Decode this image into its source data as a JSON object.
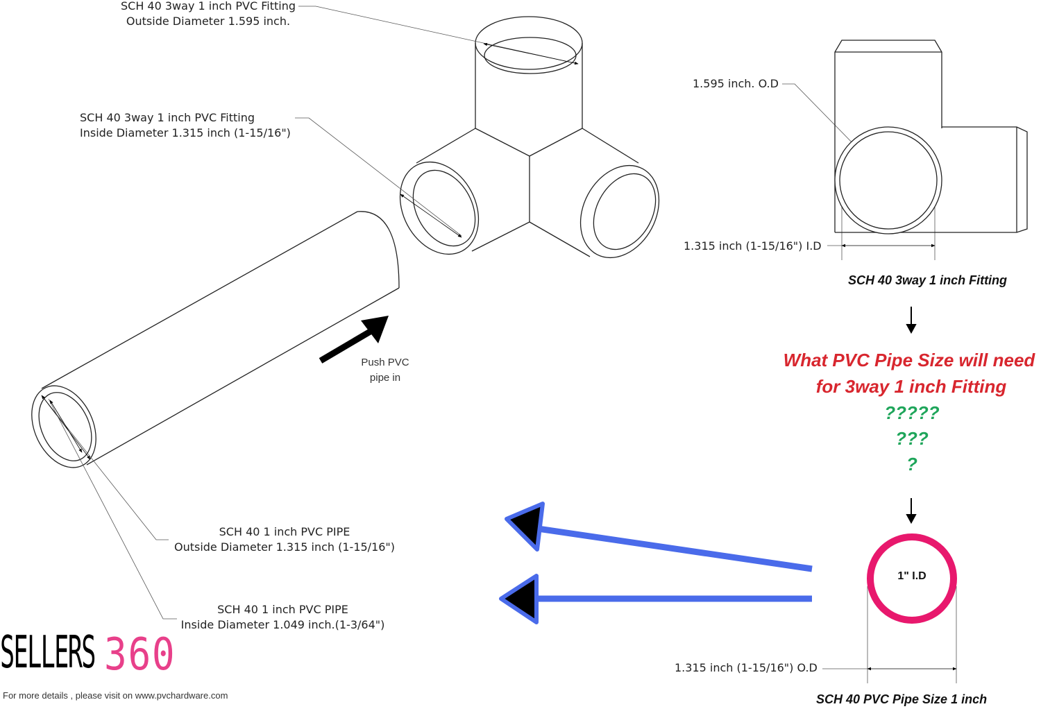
{
  "labels": {
    "fitting_od": [
      "SCH 40 3way 1 inch PVC Fitting",
      "Outside Diameter 1.595 inch."
    ],
    "fitting_id": [
      "SCH 40 3way 1 inch PVC Fitting",
      "Inside Diameter 1.315 inch (1-15/16\")"
    ],
    "pipe_od": [
      "SCH 40 1 inch PVC PIPE",
      "Outside Diameter 1.315 inch (1-15/16\")"
    ],
    "pipe_id": [
      "SCH 40 1 inch PVC PIPE",
      "Inside Diameter 1.049 inch.(1-3/64\")"
    ],
    "push": [
      "Push PVC",
      "pipe in"
    ],
    "right_od": "1.595 inch. O.D",
    "right_id": "1.315 inch (1-15/16\") I.D",
    "fitting_caption": "SCH 40 3way  1 inch Fitting",
    "pipe_od_dim": "1.315 inch (1-15/16\") O.D",
    "pipe_caption": "SCH 40 PVC Pipe Size 1 inch",
    "pipe_circle_label": "1\" I.D"
  },
  "question": {
    "line1": "What PVC Pipe Size will need",
    "line2": "for 3way 1 inch Fitting",
    "q1": "?????",
    "q2": "???",
    "q3": "?"
  },
  "logo": {
    "part1": "SELLERS",
    "part2": "360"
  },
  "footer": "For more details , please visit on www.pvchardware.com",
  "colors": {
    "question": "#d8262e",
    "marks": "#1ea55a",
    "arrows": "#4a6bea",
    "pipe_ring": "#e8186d",
    "logo_accent": "#e8408a"
  }
}
